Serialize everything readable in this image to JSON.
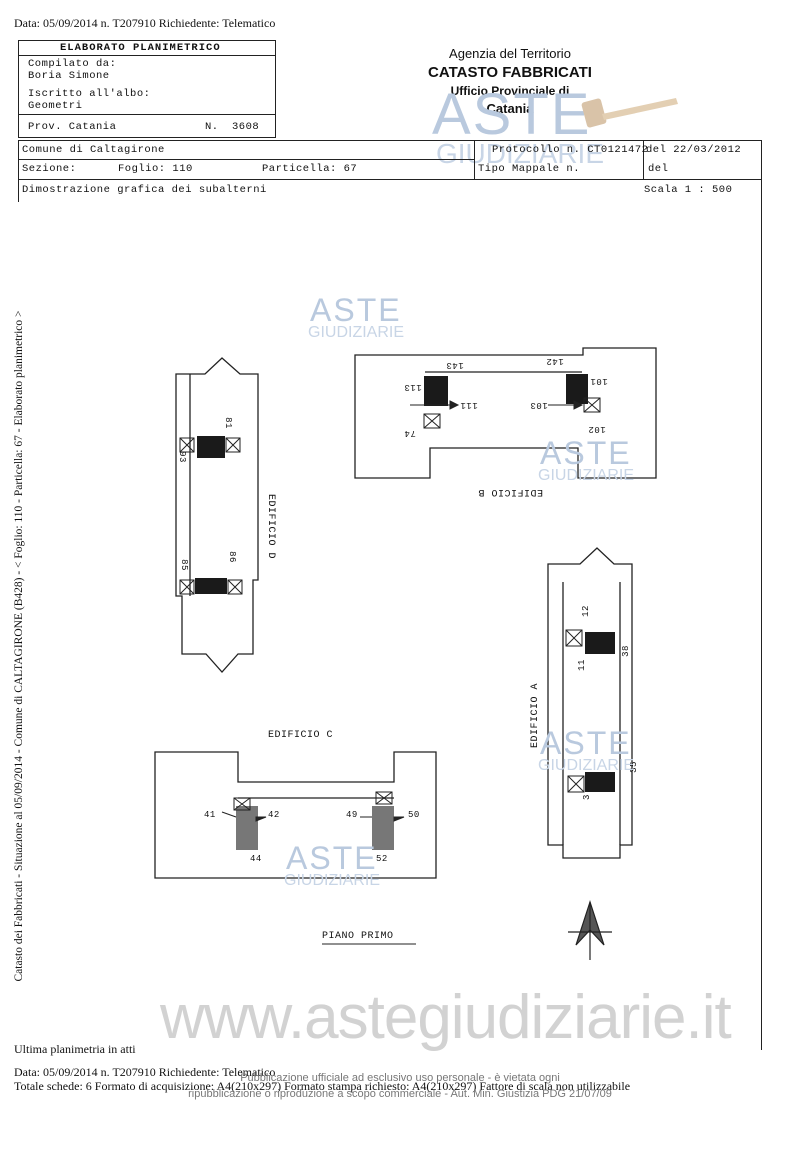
{
  "header_top": "Data: 05/09/2014   n. T207910   Richiedente: Telematico",
  "elaborato": {
    "title": "ELABORATO PLANIMETRICO",
    "compilato_label": "Compilato da:",
    "compilato_name": "Boria Simone",
    "iscritto_label": "Iscritto all'albo:",
    "iscritto_value": "Geometri",
    "prov": "Prov. Catania",
    "n_label": "N.",
    "n_value": "3608"
  },
  "agency": {
    "line1": "Agenzia del Territorio",
    "line2": "CATASTO FABBRICATI",
    "line3": "Ufficio Provinciale di",
    "line4": "Catania"
  },
  "info": {
    "comune": "Comune di Caltagirone",
    "sezione": "Sezione:",
    "foglio": "Foglio: 110",
    "particella": "Particella: 67",
    "protocollo": "Protocollo n. CT0121472",
    "del_date": "del 22/03/2012",
    "tipo_mappale": "Tipo Mappale n.",
    "del2": "del",
    "dimostrazione": "Dimostrazione grafica dei subalterni",
    "scala": "Scala 1 : 500"
  },
  "side_text": "Catasto dei Fabbricati - Situazione al 05/09/2014 - Comune di CALTAGIRONE (B428) - < Foglio: 110 - Particella: 67 - Elaborato planimetrico >",
  "plan": {
    "edificio_a": "EDIFICIO A",
    "edificio_b": "EDIFICIO B",
    "edificio_c": "EDIFICIO C",
    "edificio_d": "EDIFICIO D",
    "piano": "PIANO PRIMO",
    "labels": {
      "b_143": "143",
      "b_142": "142",
      "b_113": "113",
      "b_111": "111",
      "b_103": "103",
      "b_101": "101",
      "b_102": "102",
      "b_74": "74",
      "c_41": "41",
      "c_42": "42",
      "c_49": "49",
      "c_50": "50",
      "c_44": "44",
      "c_52": "52",
      "a_12": "12",
      "a_11": "11",
      "a_38": "38",
      "a_3": "3",
      "a_35": "35",
      "d_85": "85",
      "d_81": "81",
      "d_86": "86",
      "d_93": "93"
    }
  },
  "watermark": {
    "aste": "ASTE",
    "giudiziarie": "GIUDIZIARIE",
    "url": "www.astegiudiziarie.it"
  },
  "footer": {
    "ultima": "Ultima planimetria in atti",
    "line1": "Data: 05/09/2014   n. T207910   Richiedente: Telematico",
    "line2": "Totale schede: 6   Formato di acquisizione: A4(210x297)   Formato stampa richiesto: A4(210x297)   Fattore di scala non utilizzabile",
    "notice1": "Pubblicazione ufficiale ad esclusivo uso personale - è vietata ogni",
    "notice2": "ripubblicazione o riproduzione a scopo commerciale - Aut. Min. Giustizia PDG 21/07/09"
  },
  "colors": {
    "watermark": "#b9c9de",
    "line": "#222222"
  }
}
